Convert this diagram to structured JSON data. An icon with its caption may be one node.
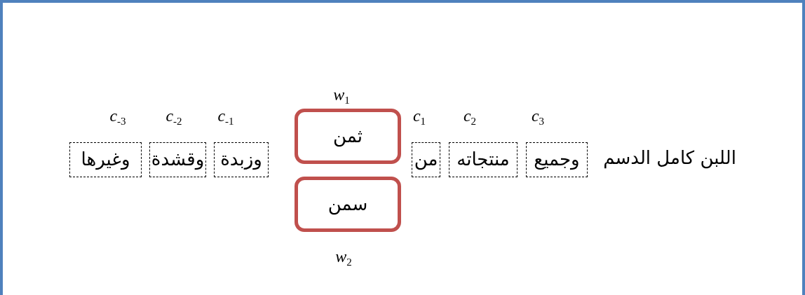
{
  "diagram": {
    "nodes": [
      {
        "text": [
          "وجميع"
        ],
        "beside": [
          "*c*$_{3}$"
        ]
      },
      {
        "text": [
          "منتجاته"
        ],
        "beside": [
          "*c*$_{2}$"
        ]
      },
      {
        "text": [
          "من"
        ],
        "beside": [
          "*c*$_{1}$"
        ]
      },
      {
        "text": [
          "ثمن"
        ],
        "beside": [
          "*w*$_{1}$"
        ]
      },
      {
        "text": [
          "سمن"
        ],
        "beside": [
          "*w*$_{2}$"
        ]
      },
      {
        "text": [
          "وزبدة"
        ],
        "beside": [
          "*c*$_{-1}$"
        ]
      },
      {
        "text": [
          "وقشدة"
        ],
        "beside": [
          "*c*$_{-2}$"
        ]
      },
      {
        "text": [
          "وغيرها"
        ],
        "beside": [
          "*c*$_{-3}$"
        ]
      }
    ],
    "labels": [
      "اللبن كامل الدسم"
    ]
  }
}
